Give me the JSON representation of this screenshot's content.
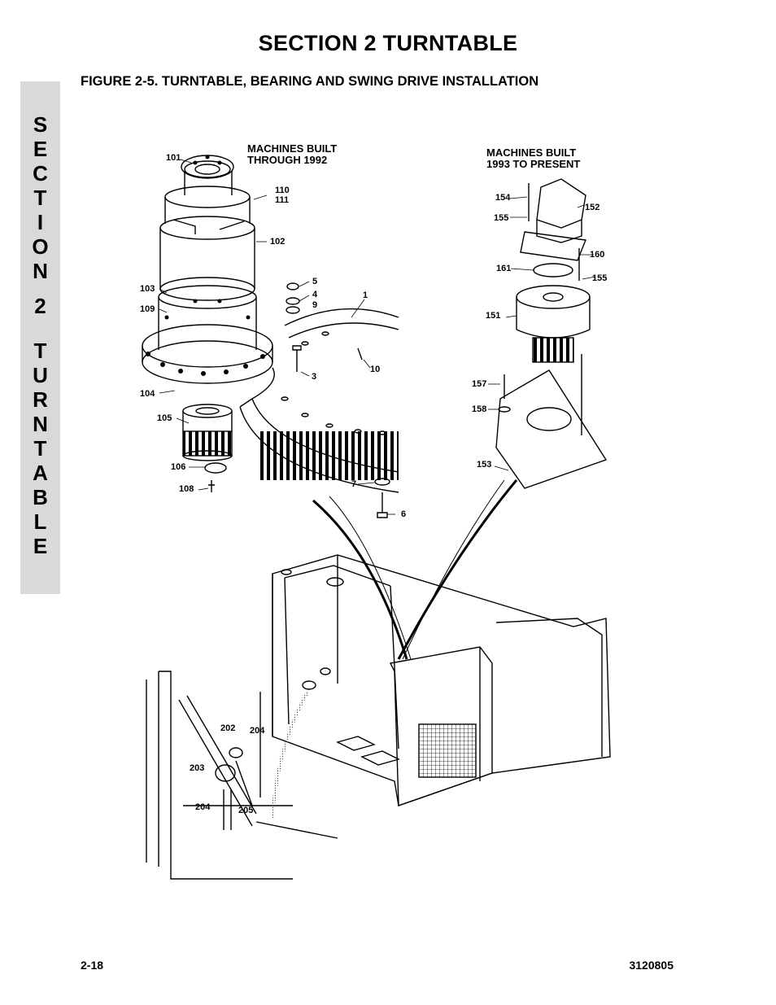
{
  "header": {
    "section_title": "SECTION 2   TURNTABLE",
    "figure_title": "FIGURE 2-5.    TURNTABLE, BEARING AND SWING DRIVE INSTALLATION"
  },
  "side_tab": {
    "letters": [
      "S",
      "E",
      "C",
      "T",
      "I",
      "O",
      "N",
      "",
      "2",
      "",
      "T",
      "U",
      "R",
      "N",
      "T",
      "A",
      "B",
      "L",
      "E"
    ]
  },
  "notes": {
    "left_line1": "MACHINES BUILT",
    "left_line2": "THROUGH 1992",
    "right_line1": "MACHINES BUILT",
    "right_line2": "1993 TO PRESENT"
  },
  "callouts": {
    "c101": "101",
    "c110": "110",
    "c111": "111",
    "c102": "102",
    "c103": "103",
    "c109": "109",
    "c104": "104",
    "c105": "105",
    "c106": "106",
    "c108": "108",
    "c5": "5",
    "c4": "4",
    "c9": "9",
    "c1": "1",
    "c3": "3",
    "c10": "10",
    "c7": "7",
    "c6": "6",
    "c154": "154",
    "c152": "152",
    "c155a": "155",
    "c160": "160",
    "c161": "161",
    "c155b": "155",
    "c151": "151",
    "c157": "157",
    "c158": "158",
    "c153": "153",
    "c202": "202",
    "c204a": "204",
    "c203": "203",
    "c204b": "204",
    "c205": "205"
  },
  "footer": {
    "page": "2-18",
    "doc_number": "3120805"
  }
}
